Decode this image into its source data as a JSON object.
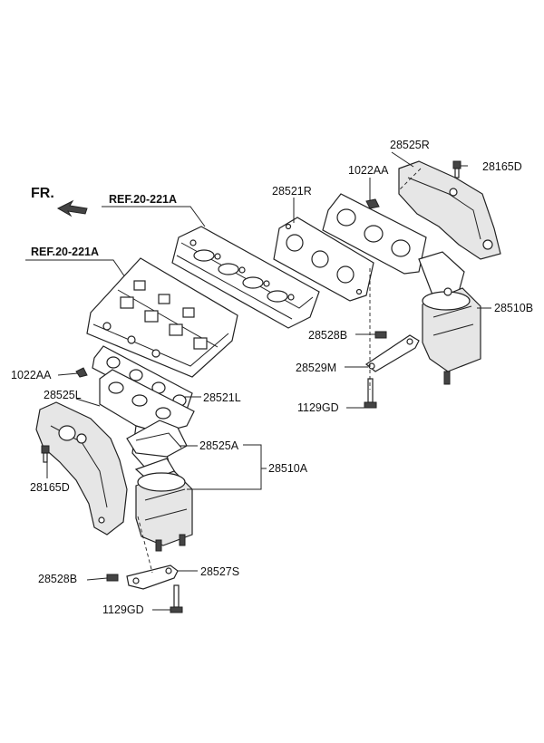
{
  "labels": {
    "fr": "FR.",
    "ref_top": "REF.20-221A",
    "ref_left": "REF.20-221A",
    "p28525R": "28525R",
    "p28165D_top": "28165D",
    "p1022AA_top": "1022AA",
    "p28521R": "28521R",
    "p28510B": "28510B",
    "p28528B_right": "28528B",
    "p28529M": "28529M",
    "p1129GD_right": "1129GD",
    "p1022AA_left": "1022AA",
    "p28525L": "28525L",
    "p28521L": "28521L",
    "p28525A": "28525A",
    "p28510A": "28510A",
    "p28165D_left": "28165D",
    "p28528B_left": "28528B",
    "p28527S": "28527S",
    "p1129GD_left": "1129GD"
  }
}
